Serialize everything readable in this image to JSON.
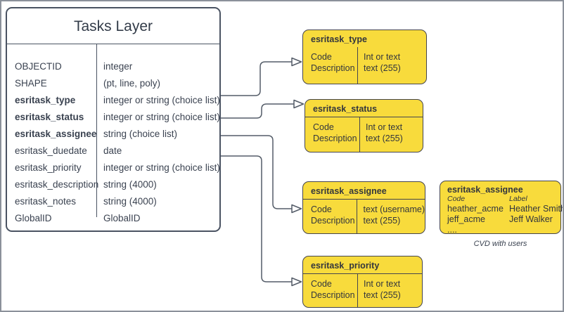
{
  "table": {
    "title": "Tasks Layer",
    "fields": [
      {
        "name": "OBJECTID",
        "type": "integer"
      },
      {
        "name": "SHAPE",
        "type": "(pt, line, poly)"
      },
      {
        "name": "esritask_type",
        "type": "integer or string (choice list)"
      },
      {
        "name": "esritask_status",
        "type": "integer or string (choice list)"
      },
      {
        "name": "esritask_assignee",
        "type": "string (choice list)"
      },
      {
        "name": "esritask_duedate",
        "type": "date"
      },
      {
        "name": "esritask_priority",
        "type": "integer or string (choice list)"
      },
      {
        "name": "esritask_description",
        "type": "string (4000)"
      },
      {
        "name": "esritask_notes",
        "type": "string (4000)"
      },
      {
        "name": "GlobalID",
        "type": "GlobalID"
      }
    ]
  },
  "boxes": [
    {
      "title": "esritask_type",
      "left": [
        "Code",
        "Description"
      ],
      "right": [
        "Int or text",
        "text (255)"
      ]
    },
    {
      "title": "esritask_status",
      "left": [
        "Code",
        "Description"
      ],
      "right": [
        "Int or text",
        "text (255)"
      ]
    },
    {
      "title": "esritask_assignee",
      "left": [
        "Code",
        "Description"
      ],
      "right": [
        "text (username)",
        "text (255)"
      ]
    },
    {
      "title": "esritask_priority",
      "left": [
        "Code",
        "Description"
      ],
      "right": [
        "Int or text",
        "text (255)"
      ]
    }
  ],
  "cvd_box": {
    "title": "esritask_assignee",
    "col_headers": [
      "Code",
      "Label"
    ],
    "rows": [
      {
        "code": "heather_acme",
        "label": "Heather Smith"
      },
      {
        "code": "jeff_acme",
        "label": "Jeff Walker"
      },
      {
        "code": "....",
        "label": ""
      }
    ],
    "caption": "CVD with users"
  },
  "colors": {
    "yellow_fill": "#F8DB3C",
    "yellow_border": "#45454E",
    "table_border": "#4A5362",
    "connector": "#545C68",
    "frame_border": "#8B919A",
    "text": "#3A4250"
  }
}
